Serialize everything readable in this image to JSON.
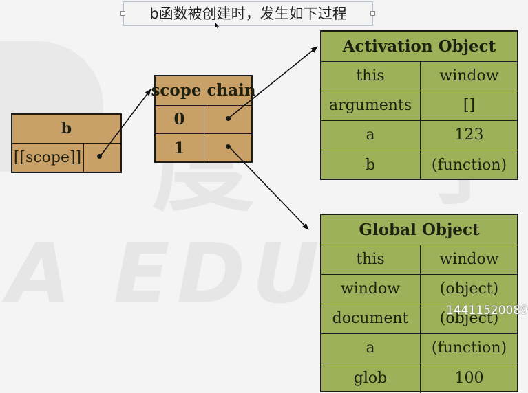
{
  "caption": "b函数被创建时，发生如下过程",
  "function_box": {
    "name": "b",
    "scope_label": "[[scope]]"
  },
  "scope_chain": {
    "title": "scope chain",
    "rows": [
      "0",
      "1"
    ]
  },
  "activation_object": {
    "title": "Activation Object",
    "rows": [
      {
        "key": "this",
        "value": "window"
      },
      {
        "key": "arguments",
        "value": "[]"
      },
      {
        "key": "a",
        "value": "123"
      },
      {
        "key": "b",
        "value": "(function)"
      }
    ]
  },
  "global_object": {
    "title": "Global Object",
    "rows": [
      {
        "key": "this",
        "value": "window"
      },
      {
        "key": "window",
        "value": "(object)"
      },
      {
        "key": "document",
        "value": "(object)"
      },
      {
        "key": "a",
        "value": "(function)"
      },
      {
        "key": "glob",
        "value": "100"
      }
    ]
  },
  "overlay_number": "14411520089",
  "colors": {
    "function_box_fill": "#c9a067",
    "object_fill": "#9db15a",
    "border": "#1c1c1c"
  }
}
